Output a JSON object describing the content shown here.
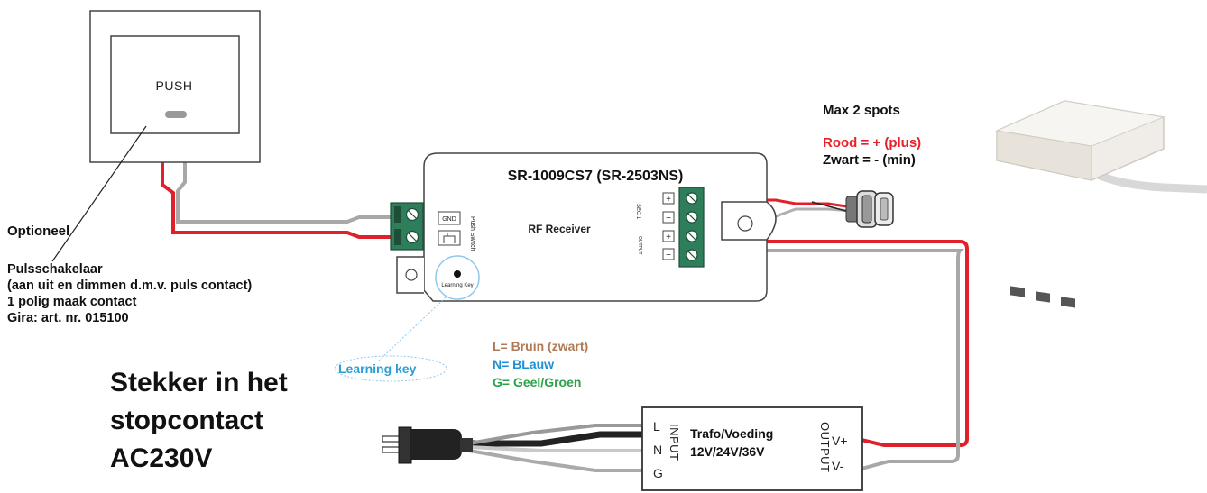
{
  "colors": {
    "red_wire": "#e0202a",
    "grey_wire": "#a8a8a8",
    "black_wire": "#222222",
    "terminal_green": "#2e7d5b",
    "rood": "#e8202a",
    "bruin": "#b07a58",
    "blauw": "#1e8fd6",
    "groen": "#2aa24a",
    "learning": "#2a9fd6"
  },
  "push_switch": {
    "label": "PUSH"
  },
  "receiver": {
    "title": "SR-1009CS7 (SR-2503NS)",
    "subtitle": "RF Receiver",
    "gnd": "GND",
    "push_switch": "Push Switch",
    "learning_key": "Learning Key",
    "sec": "SEC 1",
    "output_label": "OUTPUT",
    "plus": "+",
    "minus": "−"
  },
  "optional": {
    "heading": "Optioneel",
    "lines": [
      "Pulsschakelaar",
      "(aan uit en dimmen d.m.v. puls contact)",
      "1 polig maak contact",
      "Gira: art. nr. 015100"
    ]
  },
  "spots": {
    "max": "Max 2 spots",
    "rood": "Rood = + (plus)",
    "zwart": "Zwart = - (min)"
  },
  "learning_key_label": "Learning key",
  "wire_colors": {
    "l": "L= Bruin (zwart)",
    "n": "N= BLauw",
    "g": "G= Geel/Groen"
  },
  "plug_text": [
    "Stekker in het",
    "stopcontact",
    "AC230V"
  ],
  "psu": {
    "l": "L",
    "n": "N",
    "g": "G",
    "input": "INPUT",
    "title": "Trafo/Voeding",
    "voltages": "12V/24V/36V",
    "output": "OUTPUT",
    "vplus": "V+",
    "vminus": "V-"
  }
}
